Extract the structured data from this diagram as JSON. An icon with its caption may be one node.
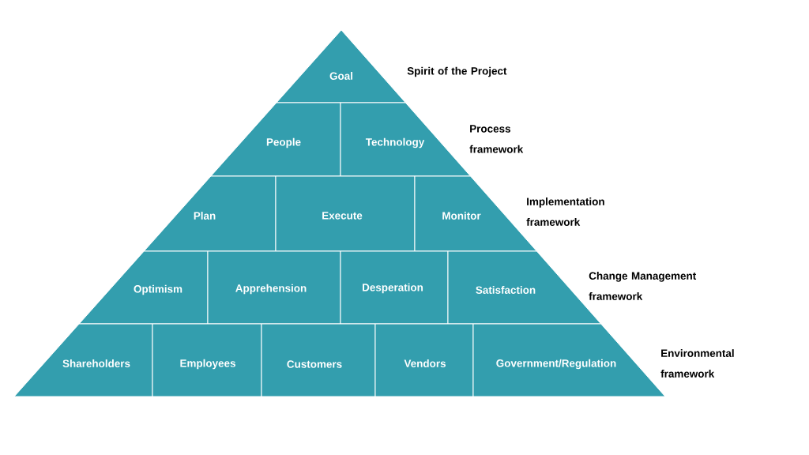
{
  "diagram": {
    "nodes": [
      {
        "text": [
          "Goal"
        ]
      },
      {
        "text": [
          "People"
        ]
      },
      {
        "text": [
          "Technology"
        ]
      },
      {
        "text": [
          "Plan"
        ]
      },
      {
        "text": [
          "Execute"
        ]
      },
      {
        "text": [
          "Monitor"
        ]
      },
      {
        "text": [
          "Optimism"
        ]
      },
      {
        "text": [
          "Apprehension"
        ]
      },
      {
        "text": [
          "Desperation"
        ]
      },
      {
        "text": [
          "Satisfaction"
        ]
      },
      {
        "text": [
          "Shareholders"
        ]
      },
      {
        "text": [
          "Employees"
        ]
      },
      {
        "text": [
          "Customers"
        ]
      },
      {
        "text": [
          "Vendors"
        ]
      },
      {
        "text": [
          "Government/Regulation"
        ]
      }
    ],
    "labels": [
      "Spirit of the Project",
      "Process framework",
      "Implementation framework",
      "Change Management framework",
      "Environmental framework"
    ]
  }
}
